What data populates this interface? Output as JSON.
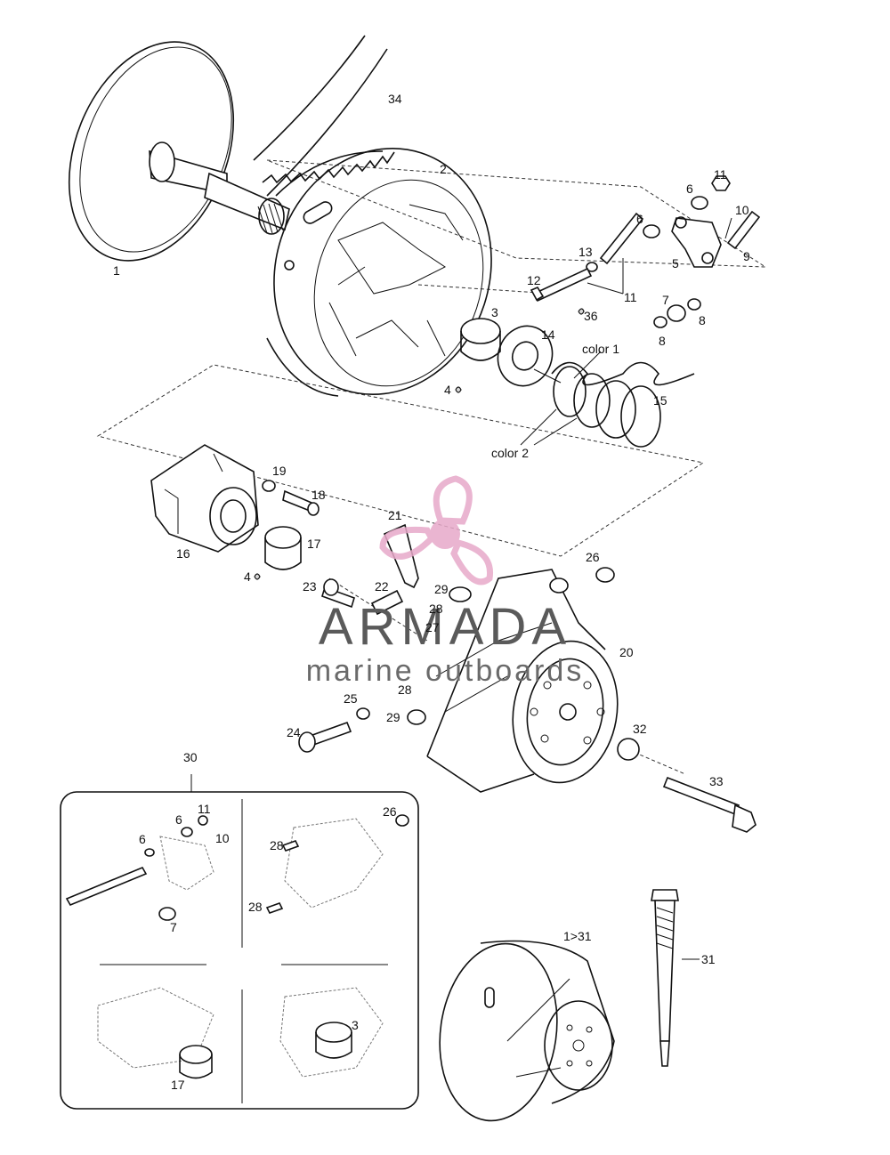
{
  "diagram": {
    "callouts": [
      {
        "id": "c1",
        "text": "1"
      },
      {
        "id": "c2",
        "text": "2"
      },
      {
        "id": "c34",
        "text": "34"
      },
      {
        "id": "c11a",
        "text": "11"
      },
      {
        "id": "c6a",
        "text": "6"
      },
      {
        "id": "c10a",
        "text": "10"
      },
      {
        "id": "c6b",
        "text": "6"
      },
      {
        "id": "c13",
        "text": "13"
      },
      {
        "id": "c9",
        "text": "9"
      },
      {
        "id": "c5",
        "text": "5"
      },
      {
        "id": "c12",
        "text": "12"
      },
      {
        "id": "c11b",
        "text": "11"
      },
      {
        "id": "c3",
        "text": "3"
      },
      {
        "id": "c36",
        "text": "36"
      },
      {
        "id": "c7a",
        "text": "7"
      },
      {
        "id": "c8a",
        "text": "8"
      },
      {
        "id": "c8b",
        "text": "8"
      },
      {
        "id": "c14",
        "text": "14"
      },
      {
        "id": "ccolor1",
        "text": "color 1"
      },
      {
        "id": "c4a",
        "text": "4"
      },
      {
        "id": "c15",
        "text": "15"
      },
      {
        "id": "ccolor2",
        "text": "color 2"
      },
      {
        "id": "c19",
        "text": "19"
      },
      {
        "id": "c18",
        "text": "18"
      },
      {
        "id": "c21a",
        "text": "21"
      },
      {
        "id": "c17a",
        "text": "17"
      },
      {
        "id": "c16",
        "text": "16"
      },
      {
        "id": "c4b",
        "text": "4"
      },
      {
        "id": "c26a",
        "text": "26"
      },
      {
        "id": "c23",
        "text": "23"
      },
      {
        "id": "c22",
        "text": "22"
      },
      {
        "id": "c29a",
        "text": "29"
      },
      {
        "id": "c28a",
        "text": "28"
      },
      {
        "id": "c27",
        "text": "27"
      },
      {
        "id": "c20",
        "text": "20"
      },
      {
        "id": "c28b",
        "text": "28"
      },
      {
        "id": "c25",
        "text": "25"
      },
      {
        "id": "c29b",
        "text": "29"
      },
      {
        "id": "c24",
        "text": "24"
      },
      {
        "id": "c32",
        "text": "32"
      },
      {
        "id": "c33",
        "text": "33"
      },
      {
        "id": "c30",
        "text": "30"
      },
      {
        "id": "c11c",
        "text": "11"
      },
      {
        "id": "c6c",
        "text": "6"
      },
      {
        "id": "c10b",
        "text": "10"
      },
      {
        "id": "c6d",
        "text": "6"
      },
      {
        "id": "c7b",
        "text": "7"
      },
      {
        "id": "c26b",
        "text": "26"
      },
      {
        "id": "c28c",
        "text": "28"
      },
      {
        "id": "c28d",
        "text": "28"
      },
      {
        "id": "c3b",
        "text": "3"
      },
      {
        "id": "c17b",
        "text": "17"
      },
      {
        "id": "c1to31",
        "text": "1>31"
      },
      {
        "id": "c31",
        "text": "31"
      }
    ]
  },
  "watermark": {
    "title": "ARMADA",
    "subtitle": "marine outboards",
    "color": "#e7a9c9"
  }
}
